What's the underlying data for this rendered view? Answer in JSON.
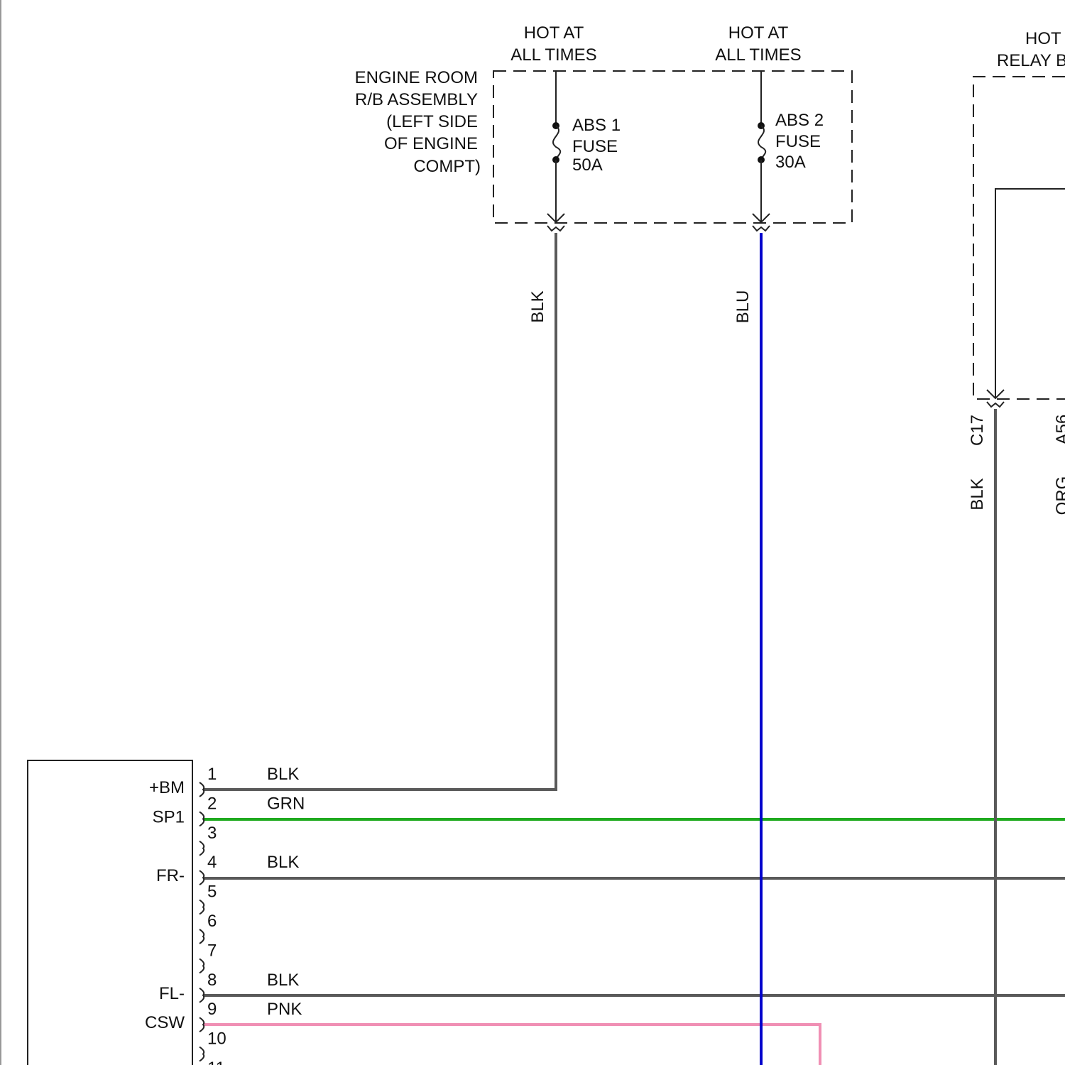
{
  "colors": {
    "BLK": "#5a5a5a",
    "BLU": "#0000cc",
    "GRN": "#1faa1f",
    "PNK": "#f08fb4",
    "line": "#222222"
  },
  "relay_block": {
    "label_lines": [
      "ENGINE ROOM",
      "R/B ASSEMBLY",
      "(LEFT SIDE",
      "OF ENGINE",
      "COMPT)"
    ]
  },
  "feeds": {
    "abs1": {
      "hot_lines": [
        "HOT AT",
        "ALL TIMES"
      ],
      "fuse_lines": [
        "ABS 1",
        "FUSE",
        "50A"
      ],
      "wire": "BLK"
    },
    "abs2": {
      "hot_lines": [
        "HOT AT",
        "ALL TIMES"
      ],
      "fuse_lines": [
        "ABS 2",
        "FUSE",
        "30A"
      ],
      "wire": "BLU"
    },
    "right": {
      "hot_lines": [
        "HOT",
        "RELAY B"
      ],
      "connector": "C17",
      "wire": "BLK",
      "connector2": "A56",
      "wire2": "ORG"
    }
  },
  "module": {
    "signals": [
      {
        "name": "+BM",
        "pin": "1",
        "wire": "BLK"
      },
      {
        "name": "SP1",
        "pin": "2",
        "wire": "GRN"
      },
      {
        "name": "",
        "pin": "3",
        "wire": ""
      },
      {
        "name": "FR-",
        "pin": "4",
        "wire": "BLK"
      },
      {
        "name": "",
        "pin": "5",
        "wire": ""
      },
      {
        "name": "",
        "pin": "6",
        "wire": ""
      },
      {
        "name": "",
        "pin": "7",
        "wire": ""
      },
      {
        "name": "FL-",
        "pin": "8",
        "wire": "BLK"
      },
      {
        "name": "CSW",
        "pin": "9",
        "wire": "PNK"
      },
      {
        "name": "",
        "pin": "10",
        "wire": ""
      },
      {
        "name": "",
        "pin": "11",
        "wire": ""
      }
    ]
  }
}
